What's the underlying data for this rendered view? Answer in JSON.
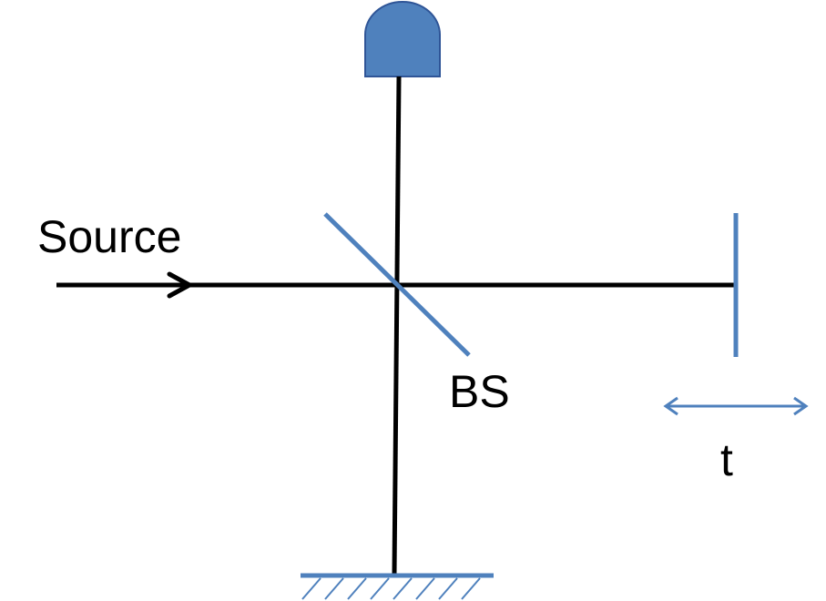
{
  "labels": {
    "source": "Source",
    "beam_splitter": "BS",
    "translation": "t"
  },
  "colors": {
    "beam": "#000000",
    "optics": "#4f81bd",
    "detector_fill": "#4f81bd",
    "detector_stroke": "#2f5597"
  },
  "icons": {
    "detector": "detector-icon",
    "beam_splitter": "beam-splitter-icon",
    "fixed_mirror": "fixed-mirror-icon",
    "movable_mirror": "movable-mirror-icon",
    "translation_arrow": "double-arrow-icon",
    "source_arrow": "arrow-right-icon"
  }
}
